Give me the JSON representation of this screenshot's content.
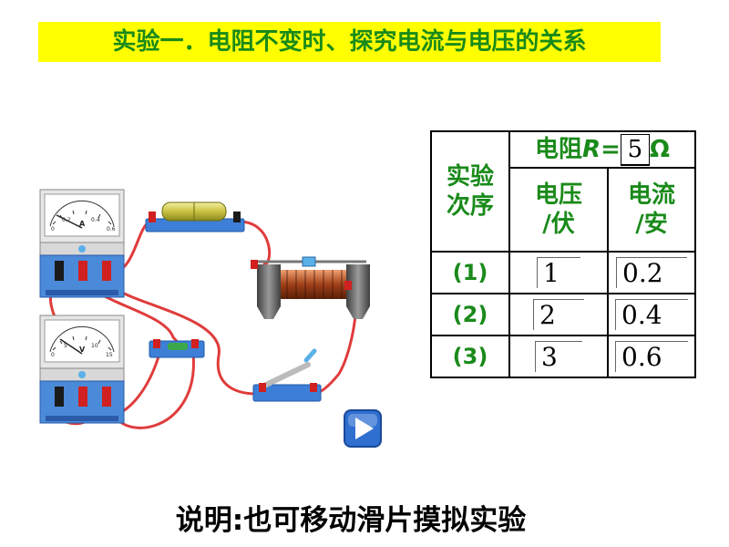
{
  "title": "实验一．电阻不变时、探究电流与电压的关系",
  "table": {
    "header_order": "实验次序",
    "resistance_prefix": "电阻",
    "resistance_symbol": "R",
    "resistance_equals": "=",
    "resistance_value": "5",
    "resistance_unit": "Ω",
    "voltage_header": "电压",
    "voltage_unit": "/伏",
    "current_header": "电流",
    "current_unit": "/安",
    "rows": [
      {
        "label": "(1)",
        "voltage": "1",
        "current": "0.2"
      },
      {
        "label": "(2)",
        "voltage": "2",
        "current": "0.4"
      },
      {
        "label": "(3)",
        "voltage": "3",
        "current": "0.6"
      }
    ]
  },
  "ammeter": {
    "unit_label": "A",
    "scale_labels": [
      "0",
      "0.2",
      "0.4",
      "0.6"
    ]
  },
  "voltmeter": {
    "unit_label": "V",
    "scale_labels": [
      "0",
      "5",
      "10",
      "15"
    ]
  },
  "play_icon": "play-icon",
  "note": "说明:也可移动滑片摸拟实验",
  "colors": {
    "banner": "#ffff00",
    "title_text": "#1a8a1a",
    "wire": "#e03c3c",
    "base": "#3d7fd6",
    "play": "#2f6fd0"
  }
}
